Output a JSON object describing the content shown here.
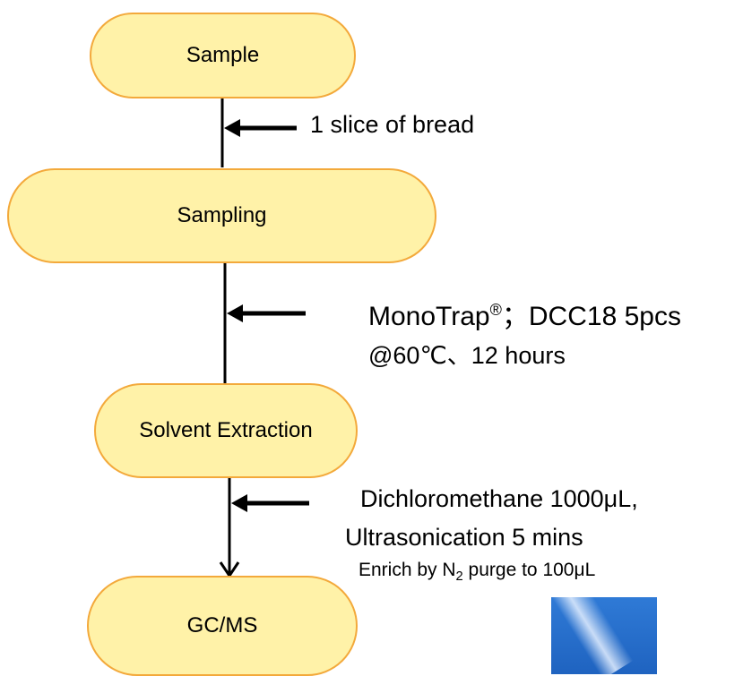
{
  "colors": {
    "node_fill": "#fff2a8",
    "node_border": "#f3a93b",
    "line": "#000000",
    "decoration": "#2f7ad6"
  },
  "nodes": {
    "sample": "Sample",
    "sampling": "Sampling",
    "extraction": "Solvent Extraction",
    "gcms": "GC/MS"
  },
  "annotations": {
    "step1": "1 slice of bread",
    "step2_line1_a": "MonoTrap",
    "step2_line1_reg": "®",
    "step2_line1_b": "；DCC18  5pcs",
    "step2_line2": "@60℃、12 hours",
    "step3_line1": "Dichloromethane  1000μL,",
    "step3_line2": "Ultrasonication 5 mins",
    "step3_line3_a": "Enrich by N",
    "step3_line3_sub": "2",
    "step3_line3_b": " purge to 100μL"
  },
  "decoration_icon": "blue-image-fragment"
}
